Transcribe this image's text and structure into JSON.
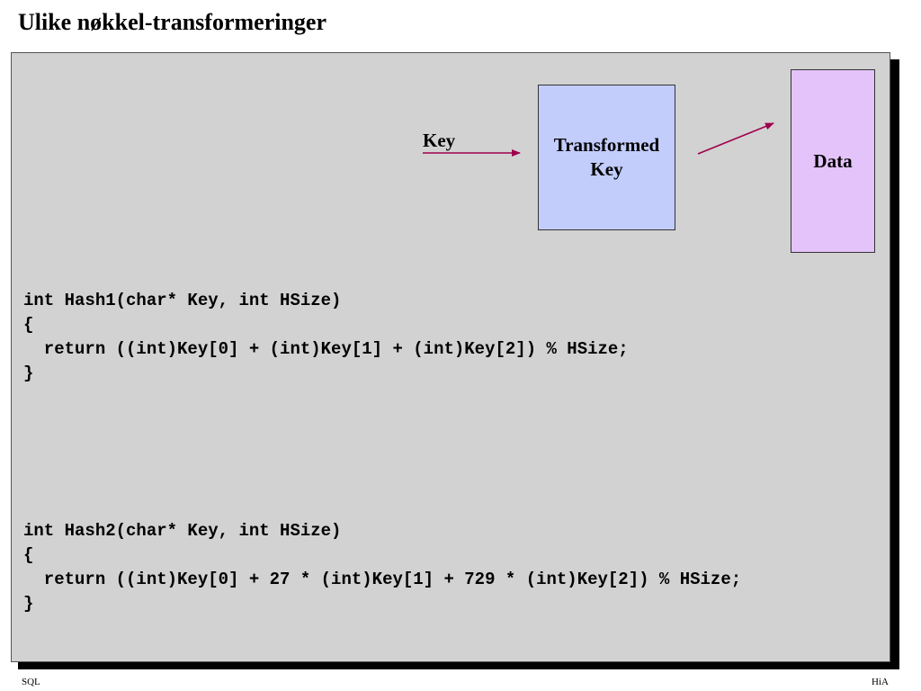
{
  "slide": {
    "title": "Ulike nøkkel-transformeringer"
  },
  "diagram": {
    "key_label": "Key",
    "transformed_key_label": "Transformed\nKey",
    "data_label": "Data",
    "arrow_color": "#a0004c",
    "transformed_key_color": "#c2cdfc",
    "data_color": "#e4c3fa"
  },
  "code": {
    "hash1": "int Hash1(char* Key, int HSize)\n{\n  return ((int)Key[0] + (int)Key[1] + (int)Key[2]) % HSize;\n}",
    "hash2": "int Hash2(char* Key, int HSize)\n{\n  return ((int)Key[0] + 27 * (int)Key[1] + 729 * (int)Key[2]) % HSize;\n}"
  },
  "footer": {
    "left": "SQL",
    "right": "HiA"
  }
}
